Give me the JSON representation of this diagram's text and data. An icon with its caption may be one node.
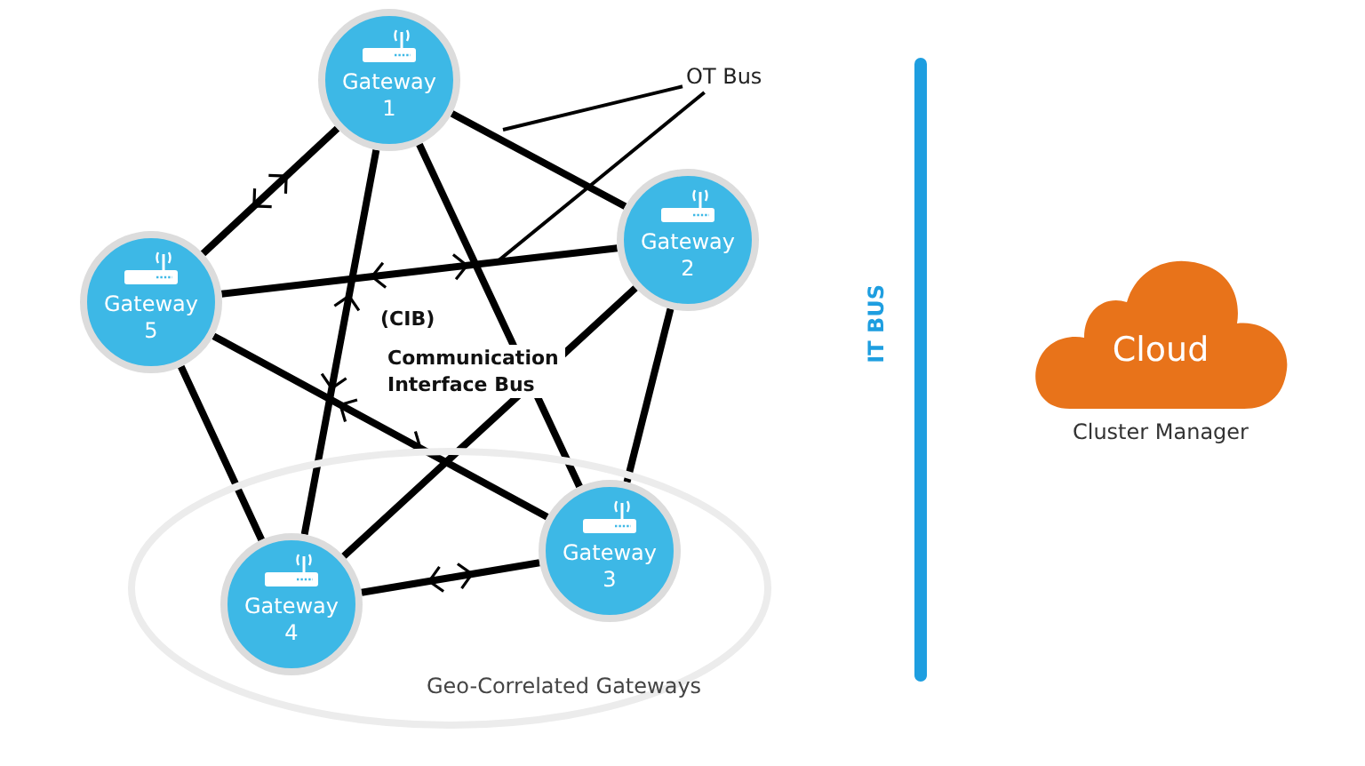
{
  "diagram": {
    "nodes": [
      {
        "text": [
          "Gateway 1"
        ]
      },
      {
        "text": [
          "Gateway 2"
        ]
      },
      {
        "text": [
          "Gateway 5"
        ]
      },
      {
        "text": [
          "Geo-Correlated Gateways"
        ]
      },
      {
        "text": [
          "Gateway 4"
        ],
        "in": 3
      },
      {
        "text": [
          "Gateway 3"
        ],
        "in": 3
      },
      {
        "text": [
          "Cloud"
        ],
        "beside": [
          "Cluster Manager"
        ]
      },
      {
        "text": [
          "OT Bus"
        ]
      }
    ],
    "edges": [
      {
        "from": 0,
        "to": 2,
        "arrow": "both"
      },
      {
        "from": 0,
        "to": 4,
        "arrow": "both"
      },
      {
        "from": 0,
        "to": 5,
        "arrow": "none"
      },
      {
        "from": 0,
        "to": 1,
        "arrow": "none"
      },
      {
        "from": 1,
        "to": 2,
        "arrow": "both"
      },
      {
        "from": 1,
        "to": 4,
        "arrow": "none"
      },
      {
        "from": 1,
        "to": 5,
        "arrow": "none"
      },
      {
        "from": 2,
        "to": 5,
        "arrow": "both"
      },
      {
        "from": 2,
        "to": 4,
        "arrow": "none"
      },
      {
        "from": 4,
        "to": 5,
        "arrow": "both"
      },
      {
        "from": 7,
        "to": null,
        "arrow": "none"
      },
      {
        "from": 7,
        "to": null,
        "arrow": "none"
      }
    ],
    "labels": [
      "(CIB)",
      "Communication Interface Bus",
      "IT BUS"
    ]
  }
}
